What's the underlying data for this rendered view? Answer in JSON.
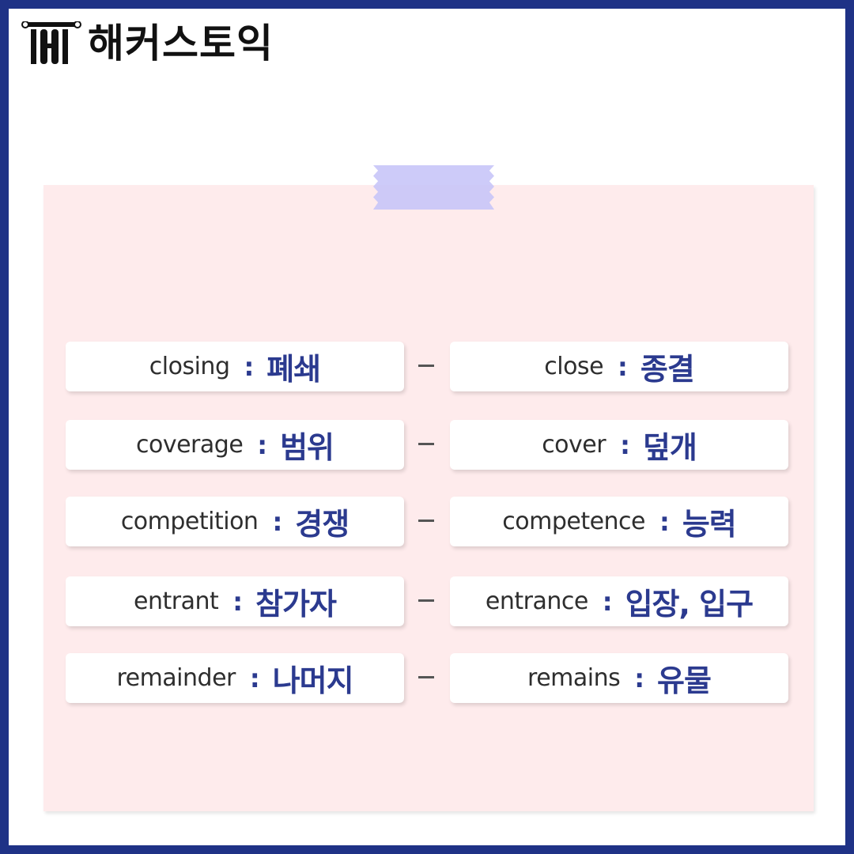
{
  "brand": {
    "name": "해커스토익",
    "logo_icon": "pillars-logo-icon"
  },
  "colors": {
    "frame": "#1f3286",
    "note": "#feebec",
    "tape": "#c6c4f8",
    "accent": "#2b3a8f"
  },
  "pairs": [
    {
      "left": {
        "term": "closing",
        "meaning": "폐쇄"
      },
      "right": {
        "term": "close",
        "meaning": "종결"
      }
    },
    {
      "left": {
        "term": "coverage",
        "meaning": "범위"
      },
      "right": {
        "term": "cover",
        "meaning": "덮개"
      }
    },
    {
      "left": {
        "term": "competition",
        "meaning": "경쟁"
      },
      "right": {
        "term": "competence",
        "meaning": "능력"
      }
    },
    {
      "left": {
        "term": "entrant",
        "meaning": "참가자"
      },
      "right": {
        "term": "entrance",
        "meaning": "입장, 입구"
      }
    },
    {
      "left": {
        "term": "remainder",
        "meaning": "나머지"
      },
      "right": {
        "term": "remains",
        "meaning": "유물"
      }
    }
  ],
  "separator": ":"
}
